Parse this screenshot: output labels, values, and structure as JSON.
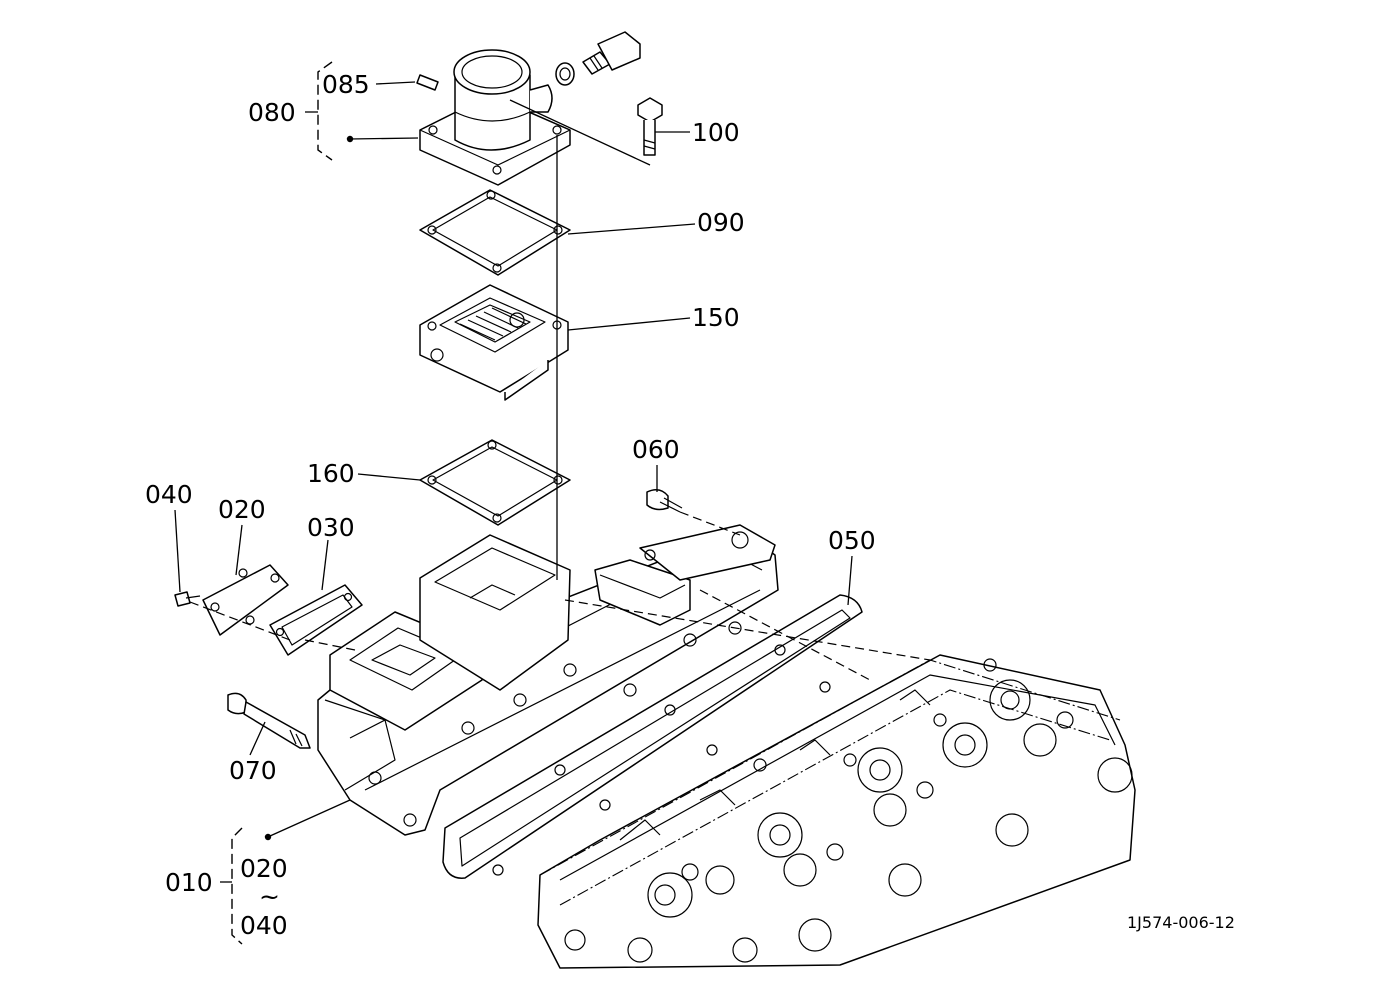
{
  "labels": {
    "p010": "010",
    "p020": "020",
    "p020b": "020",
    "p030": "030",
    "p040": "040",
    "p040b": "040",
    "p050": "050",
    "p060": "060",
    "p070": "070",
    "p080": "080",
    "p085": "085",
    "p090": "090",
    "p100": "100",
    "p150": "150",
    "p160": "160",
    "range_mark": "~"
  },
  "diagram_code": "1J574-006-12"
}
